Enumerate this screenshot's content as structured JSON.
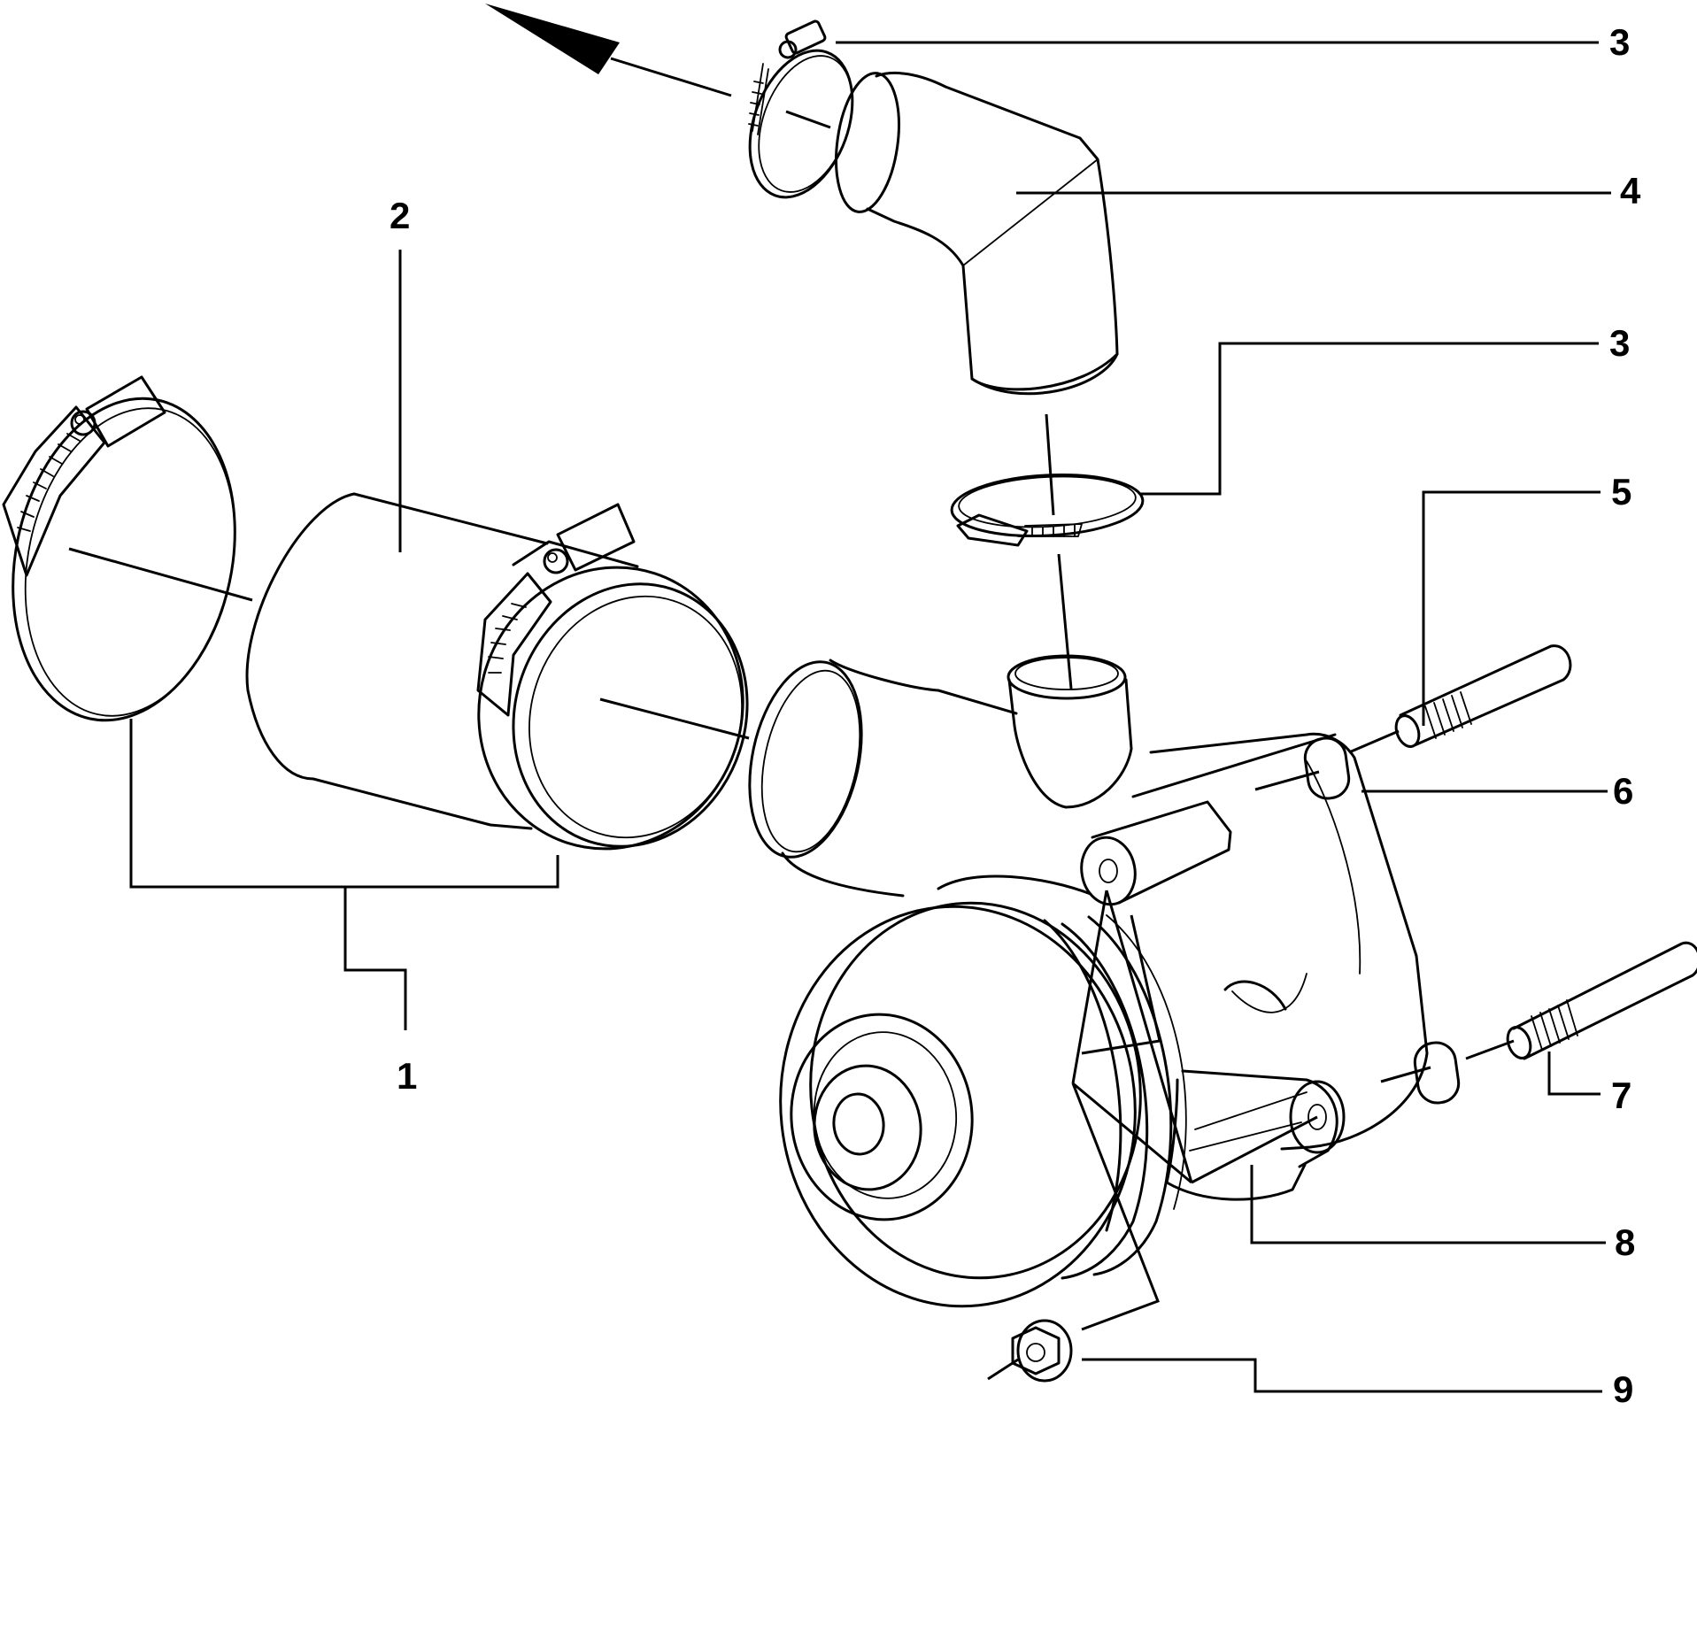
{
  "callouts": [
    {
      "id": "c1",
      "text": "1"
    },
    {
      "id": "c2",
      "text": "2"
    },
    {
      "id": "c3a",
      "text": "3"
    },
    {
      "id": "c3b",
      "text": "3"
    },
    {
      "id": "c4",
      "text": "4"
    },
    {
      "id": "c5",
      "text": "5"
    },
    {
      "id": "c6",
      "text": "6"
    },
    {
      "id": "c7",
      "text": "7"
    },
    {
      "id": "c8",
      "text": "8"
    },
    {
      "id": "c9",
      "text": "9"
    }
  ],
  "colors": {
    "ink": "#000000",
    "background": "#ffffff"
  }
}
